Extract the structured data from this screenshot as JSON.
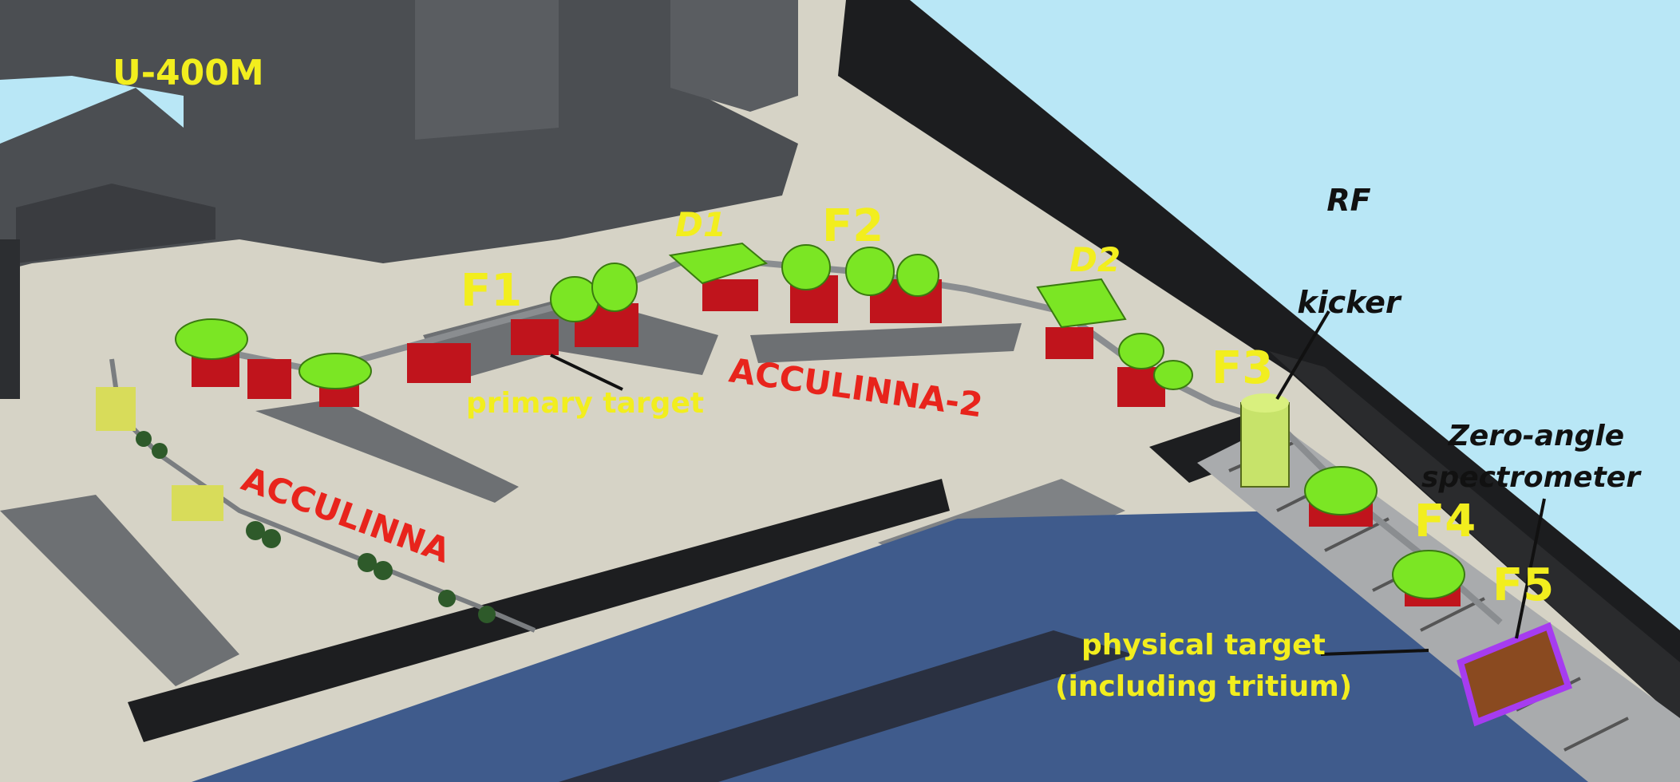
{
  "title": "ACCULINNA-2 fragment separator layout at U-400M",
  "colors": {
    "sky": "#b9e7f6",
    "floor": "#d6d3c6",
    "walls": "#4b4e52",
    "water": "#3f5b8c",
    "magnet_green": "#7be624",
    "support_red": "#c0141c",
    "label_yellow": "#f2ee1e",
    "label_red": "#e8241c",
    "spectrometer_purple": "#a63cf0"
  },
  "labels": {
    "cyclotron": "U-400M",
    "d1": "D1",
    "d2": "D2",
    "f1": "F1",
    "f2": "F2",
    "f3": "F3",
    "f4": "F4",
    "f5": "F5",
    "rf_kicker_line1": "RF",
    "rf_kicker_line2": "kicker",
    "primary_target": "primary target",
    "acculinna2": "ACCULINNA-2",
    "acculinna": "ACCULINNA",
    "zero_angle_line1": "Zero-angle",
    "zero_angle_line2": "spectrometer",
    "physical_target_line1": "physical target",
    "physical_target_line2": "(including tritium)"
  }
}
